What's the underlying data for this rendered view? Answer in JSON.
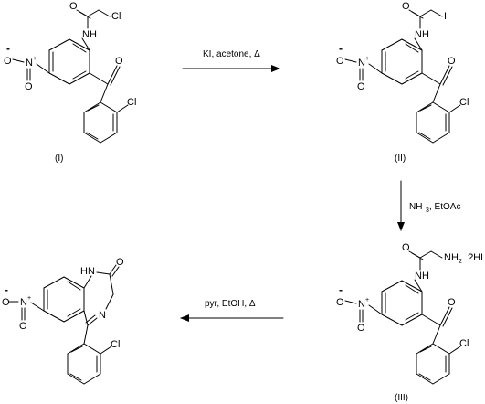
{
  "compounds": {
    "c1": {
      "label": "(I)",
      "substituent": "Cl"
    },
    "c2": {
      "label": "(II)",
      "substituent": "I"
    },
    "c3": {
      "label": "(III)",
      "substituent": "NH",
      "substituent_sub": "2",
      "salt": "?HI"
    },
    "c4": {
      "ring_n": "N",
      "ring_nh": "N",
      "ring_h": "H",
      "ring_o": "O"
    }
  },
  "atoms": {
    "nitrogen": "N",
    "oxygen": "O",
    "chlorine": "Cl",
    "amide_n": "N",
    "amide_h": "H",
    "minus": "-",
    "plus": "+"
  },
  "reactions": {
    "step1": {
      "conditions": "KI, acetone, Δ"
    },
    "step2": {
      "conditions_pre": "NH",
      "conditions_sub": "3",
      "conditions_post": ", EtOAc"
    },
    "step3": {
      "conditions": "pyr, EtOH, Δ"
    }
  }
}
